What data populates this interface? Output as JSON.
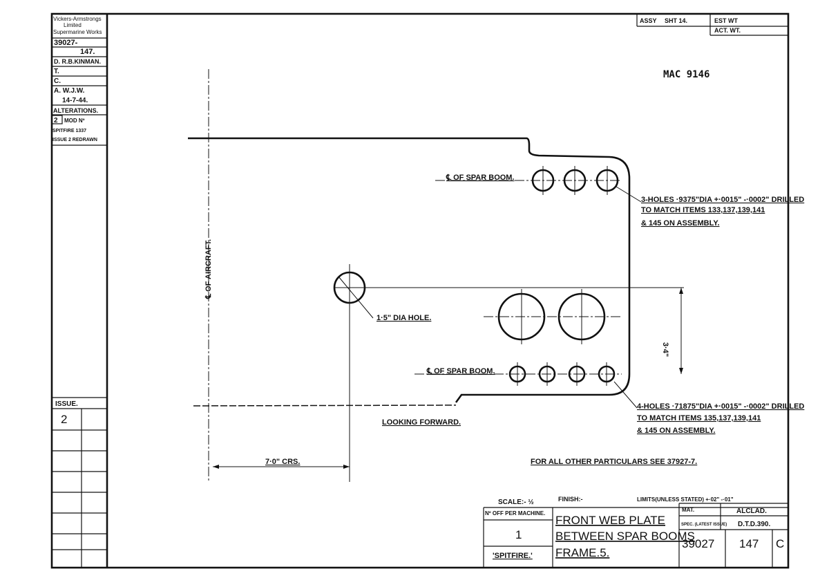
{
  "sidebar": {
    "company": [
      "Vickers-Armstrongs",
      "Limited",
      "Supermarine Works"
    ],
    "drawing_no": "39027-",
    "sheet_no": "147.",
    "drawn": "D. R.B.KINMAN.",
    "traced": "T.",
    "checked": "C.",
    "approved": "A.  W.J.W.",
    "date": "14-7-44.",
    "alterations_label": "ALTERATIONS.",
    "alt_num": "2",
    "alt_lines": [
      "MOD  Nº",
      "SPITFIRE 1337",
      "ISSUE 2 REDRAWN"
    ],
    "issue_label": "ISSUE.",
    "issue_value": "2"
  },
  "top_right": {
    "assy": "ASSY",
    "sht": "SHT 14.",
    "est_wt": "EST WT",
    "act_wt": "ACT. WT."
  },
  "ref": "MAC  9146",
  "labels": {
    "cl_aircraft": "℄ OF AIRCRAFT.",
    "cl_spar_top": "℄ OF SPAR BOOM.",
    "cl_spar_bottom": "℄ OF SPAR BOOM.",
    "holes_top": [
      "3-HOLES ·9375\"DIA +·0015\" -·0002\" DRILLED",
      "TO MATCH ITEMS 133,137,139,141",
      "& 145 ON ASSEMBLY."
    ],
    "holes_bottom": [
      "4-HOLES ·71875\"DIA +·0015\" -·0002\" DRILLED",
      "TO MATCH ITEMS 135,137,139,141",
      "& 145 ON ASSEMBLY."
    ],
    "dia_hole": "1·5\" DIA HOLE.",
    "dim_vertical": "3·4\"",
    "looking": "LOOKING FORWARD.",
    "crs": "7·0\" CRS.",
    "other": "FOR ALL OTHER PARTICULARS SEE  37927-7."
  },
  "title_block": {
    "scale": "SCALE:- ½",
    "finish": "FINISH:-",
    "limits": "LIMITS(UNLESS STATED) +·02\" -·01\"",
    "no_off": "Nº OFF PER MACHINE.",
    "qty": "1",
    "machine": "'SPITFIRE.'",
    "title": [
      "FRONT WEB PLATE",
      "BETWEEN SPAR BOOMS",
      "FRAME.5."
    ],
    "mat_label": "MAT.",
    "mat_value": "ALCLAD.",
    "spec_label": "SPEC. (LATEST ISSUE)",
    "spec_value": "D.T.D.390.",
    "drawing": "39027",
    "item": "147",
    "letter": "C"
  }
}
